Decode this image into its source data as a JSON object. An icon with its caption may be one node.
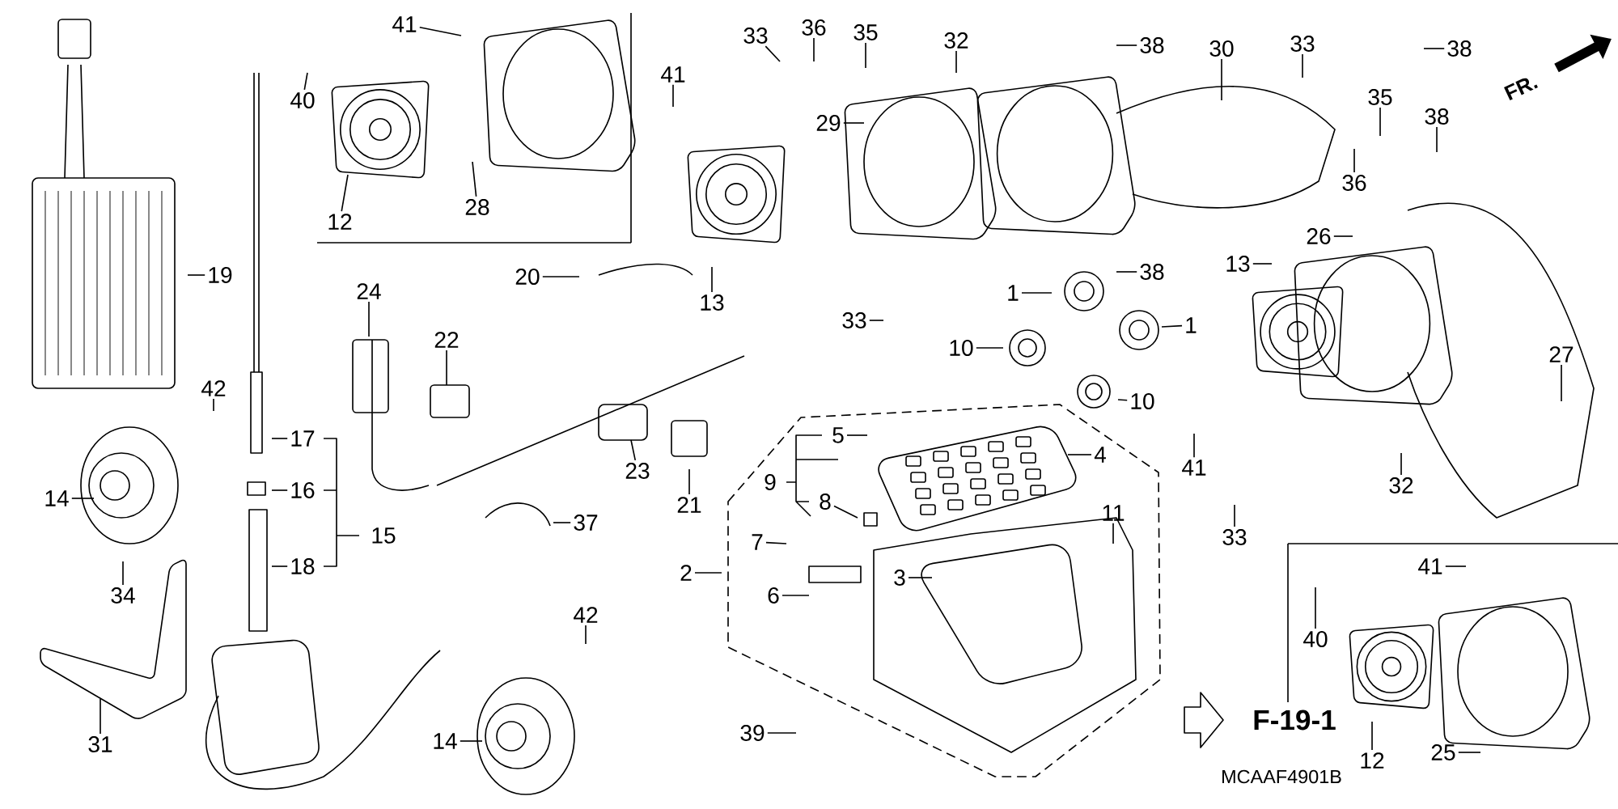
{
  "diagram": {
    "nodes": [
      {
        "text": [
          "41"
        ]
      },
      {
        "text": [
          "40"
        ]
      },
      {
        "text": [
          "12"
        ]
      },
      {
        "text": [
          "28"
        ]
      },
      {
        "text": [
          "19"
        ]
      },
      {
        "text": [
          "20"
        ]
      },
      {
        "text": [
          "24"
        ]
      },
      {
        "text": [
          "22"
        ]
      },
      {
        "text": [
          "42"
        ]
      },
      {
        "text": [
          "14"
        ]
      },
      {
        "text": [
          "17"
        ]
      },
      {
        "text": [
          "16"
        ]
      },
      {
        "text": [
          "18"
        ]
      },
      {
        "text": [
          "15"
        ]
      },
      {
        "text": [
          "34"
        ]
      },
      {
        "text": [
          "37"
        ]
      },
      {
        "text": [
          "23"
        ]
      },
      {
        "text": [
          "21"
        ]
      },
      {
        "text": [
          "31"
        ]
      },
      {
        "text": [
          "42"
        ]
      },
      {
        "text": [
          "14"
        ]
      },
      {
        "text": [
          "33"
        ]
      },
      {
        "text": [
          "36"
        ]
      },
      {
        "text": [
          "35"
        ]
      },
      {
        "text": [
          "32"
        ]
      },
      {
        "text": [
          "41"
        ]
      },
      {
        "text": [
          "29"
        ]
      },
      {
        "text": [
          "38"
        ]
      },
      {
        "text": [
          "30"
        ]
      },
      {
        "text": [
          "33"
        ]
      },
      {
        "text": [
          "38"
        ]
      },
      {
        "text": [
          "35"
        ]
      },
      {
        "text": [
          "36"
        ]
      },
      {
        "text": [
          "38"
        ]
      },
      {
        "text": [
          "26"
        ]
      },
      {
        "text": [
          "13"
        ]
      },
      {
        "text": [
          "13"
        ]
      },
      {
        "text": [
          "38"
        ]
      },
      {
        "text": [
          "1"
        ]
      },
      {
        "text": [
          "33"
        ]
      },
      {
        "text": [
          "10"
        ]
      },
      {
        "text": [
          "1"
        ]
      },
      {
        "text": [
          "10"
        ]
      },
      {
        "text": [
          "27"
        ]
      },
      {
        "text": [
          "41"
        ]
      },
      {
        "text": [
          "32"
        ]
      },
      {
        "text": [
          "33"
        ]
      },
      {
        "text": [
          "5"
        ]
      },
      {
        "text": [
          "4"
        ]
      },
      {
        "text": [
          "9"
        ]
      },
      {
        "text": [
          "11"
        ]
      },
      {
        "text": [
          "8"
        ]
      },
      {
        "text": [
          "7"
        ]
      },
      {
        "text": [
          "3"
        ]
      },
      {
        "text": [
          "2"
        ]
      },
      {
        "text": [
          "6"
        ]
      },
      {
        "text": [
          "39"
        ]
      },
      {
        "text": [
          "41"
        ]
      },
      {
        "text": [
          "40"
        ]
      },
      {
        "text": [
          "12"
        ]
      },
      {
        "text": [
          "25"
        ]
      }
    ],
    "edges": [
      {
        "from": 0,
        "to": null,
        "arrow": "none"
      },
      {
        "from": 1,
        "to": null,
        "arrow": "none"
      },
      {
        "from": 2,
        "to": null,
        "arrow": "none"
      },
      {
        "from": 3,
        "to": null,
        "arrow": "none"
      },
      {
        "from": 4,
        "to": null,
        "arrow": "none"
      },
      {
        "from": 5,
        "to": null,
        "arrow": "none"
      },
      {
        "from": 6,
        "to": null,
        "arrow": "none"
      },
      {
        "from": 7,
        "to": null,
        "arrow": "none"
      },
      {
        "from": 8,
        "to": null,
        "arrow": "none"
      },
      {
        "from": 9,
        "to": null,
        "arrow": "none"
      },
      {
        "from": 10,
        "to": null,
        "arrow": "none"
      },
      {
        "from": 11,
        "to": null,
        "arrow": "none"
      },
      {
        "from": 12,
        "to": null,
        "arrow": "none"
      },
      {
        "from": 14,
        "to": null,
        "arrow": "none"
      },
      {
        "from": 15,
        "to": null,
        "arrow": "none"
      },
      {
        "from": 16,
        "to": null,
        "arrow": "none"
      },
      {
        "from": 17,
        "to": null,
        "arrow": "none"
      },
      {
        "from": 18,
        "to": null,
        "arrow": "none"
      },
      {
        "from": 19,
        "to": null,
        "arrow": "none"
      },
      {
        "from": 20,
        "to": null,
        "arrow": "none"
      },
      {
        "from": 21,
        "to": null,
        "arrow": "none"
      },
      {
        "from": 22,
        "to": null,
        "arrow": "none"
      },
      {
        "from": 23,
        "to": null,
        "arrow": "none"
      },
      {
        "from": 24,
        "to": null,
        "arrow": "none"
      },
      {
        "from": 25,
        "to": null,
        "arrow": "none"
      },
      {
        "from": 26,
        "to": null,
        "arrow": "none"
      },
      {
        "from": 27,
        "to": null,
        "arrow": "none"
      },
      {
        "from": 28,
        "to": null,
        "arrow": "none"
      },
      {
        "from": 29,
        "to": null,
        "arrow": "none"
      },
      {
        "from": 30,
        "to": null,
        "arrow": "none"
      },
      {
        "from": 31,
        "to": null,
        "arrow": "none"
      },
      {
        "from": 32,
        "to": null,
        "arrow": "none"
      },
      {
        "from": 33,
        "to": null,
        "arrow": "none"
      },
      {
        "from": 34,
        "to": null,
        "arrow": "none"
      },
      {
        "from": 35,
        "to": null,
        "arrow": "none"
      },
      {
        "from": 36,
        "to": null,
        "arrow": "none"
      },
      {
        "from": 37,
        "to": null,
        "arrow": "none"
      },
      {
        "from": 38,
        "to": null,
        "arrow": "none"
      },
      {
        "from": 39,
        "to": null,
        "arrow": "none"
      },
      {
        "from": 40,
        "to": null,
        "arrow": "none"
      },
      {
        "from": 41,
        "to": null,
        "arrow": "none"
      },
      {
        "from": 42,
        "to": null,
        "arrow": "none"
      },
      {
        "from": 43,
        "to": null,
        "arrow": "none"
      },
      {
        "from": 44,
        "to": null,
        "arrow": "none"
      },
      {
        "from": 45,
        "to": null,
        "arrow": "none"
      },
      {
        "from": 46,
        "to": null,
        "arrow": "none"
      },
      {
        "from": 47,
        "to": null,
        "arrow": "none"
      },
      {
        "from": 48,
        "to": null,
        "arrow": "none"
      },
      {
        "from": 50,
        "to": null,
        "arrow": "none"
      },
      {
        "from": 51,
        "to": null,
        "arrow": "none"
      },
      {
        "from": 52,
        "to": null,
        "arrow": "none"
      },
      {
        "from": 53,
        "to": null,
        "arrow": "none"
      },
      {
        "from": 54,
        "to": null,
        "arrow": "none"
      },
      {
        "from": 55,
        "to": null,
        "arrow": "none"
      },
      {
        "from": 56,
        "to": null,
        "arrow": "none"
      },
      {
        "from": 57,
        "to": null,
        "arrow": "none"
      },
      {
        "from": 58,
        "to": null,
        "arrow": "none"
      },
      {
        "from": 59,
        "to": null,
        "arrow": "none"
      },
      {
        "from": 60,
        "to": null,
        "arrow": "none"
      }
    ],
    "labels": [
      "FR.",
      "F-19-1",
      "MCAAF4901B"
    ]
  }
}
